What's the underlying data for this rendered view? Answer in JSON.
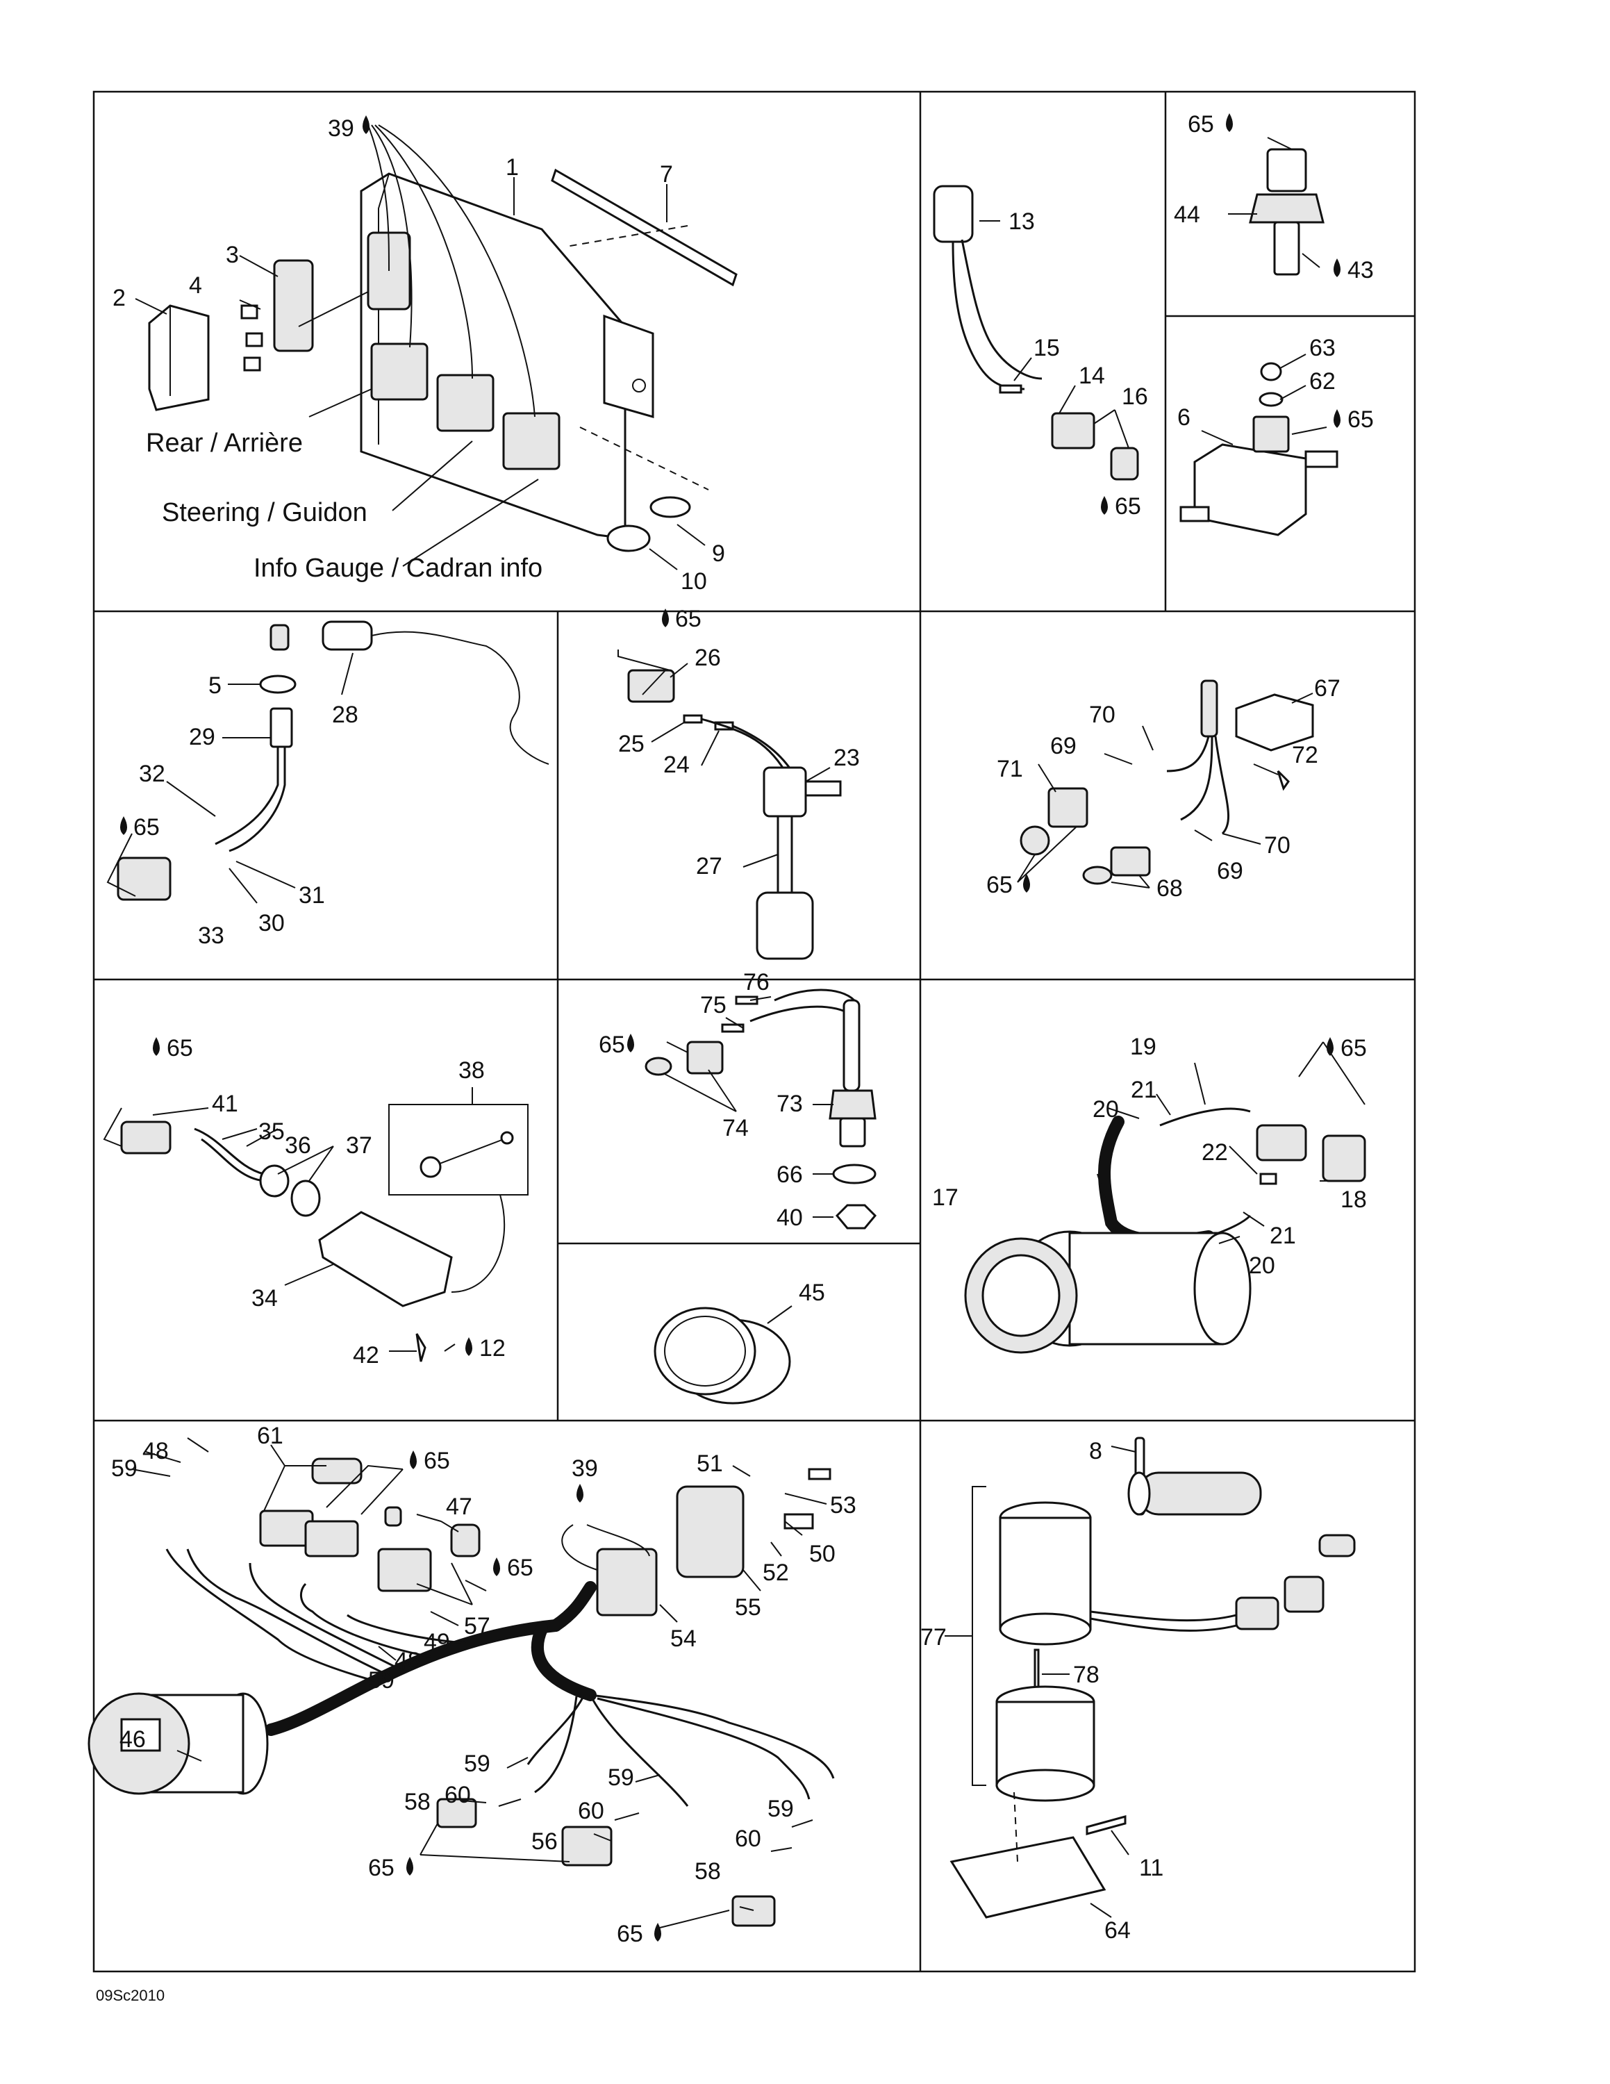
{
  "callouts": {
    "c39a": "39",
    "c1": "1",
    "c7": "7",
    "c3": "3",
    "c4": "4",
    "c2": "2",
    "c9": "9",
    "c10": "10",
    "c13": "13",
    "c15": "15",
    "c14": "14",
    "c16": "16",
    "c65a": "65",
    "c65b": "65",
    "c44": "44",
    "c43": "43",
    "c63": "63",
    "c62": "62",
    "c6": "6",
    "c65c": "65",
    "c5": "5",
    "c28": "28",
    "c29": "29",
    "c32": "32",
    "c65d": "65",
    "c31": "31",
    "c30": "30",
    "c33": "33",
    "c65e": "65",
    "c26": "26",
    "c25": "25",
    "c24": "24",
    "c23": "23",
    "c27": "27",
    "c67": "67",
    "c70a": "70",
    "c69a": "69",
    "c71": "71",
    "c72": "72",
    "c70b": "70",
    "c69b": "69",
    "c65f": "65",
    "c68": "68",
    "c65g": "65",
    "c41": "41",
    "c35": "35",
    "c36": "36",
    "c37": "37",
    "c38": "38",
    "c34": "34",
    "c42": "42",
    "c12": "12",
    "c76": "76",
    "c75": "75",
    "c65h": "65",
    "c73": "73",
    "c74": "74",
    "c66": "66",
    "c40": "40",
    "c45": "45",
    "c19": "19",
    "c65i": "65",
    "c21a": "21",
    "c20a": "20",
    "c22": "22",
    "c17": "17",
    "c18": "18",
    "c21b": "21",
    "c20b": "20",
    "c61": "61",
    "c48a": "48",
    "c59a": "59",
    "c65j": "65",
    "c47": "47",
    "c65k": "65",
    "c57": "57",
    "c49": "49",
    "c48b": "48",
    "c59b": "59",
    "c39b": "39",
    "c51": "51",
    "c53": "53",
    "c50": "50",
    "c52": "52",
    "c55": "55",
    "c54": "54",
    "c46": "46",
    "c59c": "59",
    "c60a": "60",
    "c58a": "58",
    "c59d": "59",
    "c60b": "60",
    "c56": "56",
    "c65l": "65",
    "c59e": "59",
    "c60c": "60",
    "c58b": "58",
    "c65m": "65",
    "c8": "8",
    "c77": "77",
    "c78": "78",
    "c11": "11",
    "c64": "64"
  },
  "labels": {
    "rear": "Rear / Arrière",
    "steering": "Steering / Guidon",
    "info_gauge": "Info Gauge / Cadran info"
  },
  "footer_code": "09Sc2010"
}
